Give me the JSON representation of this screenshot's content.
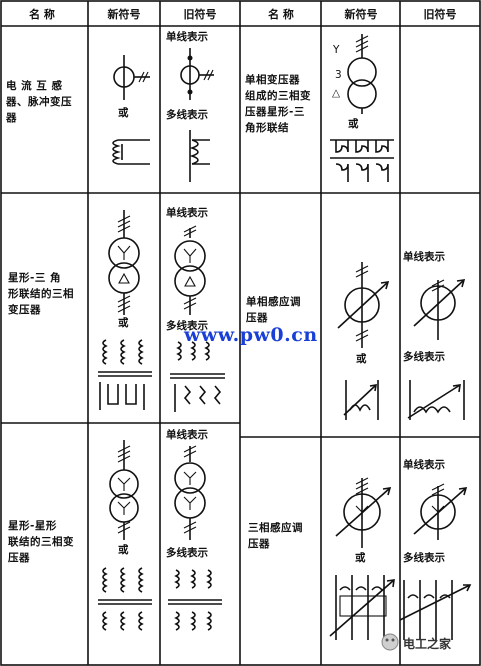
{
  "headers": {
    "name": "名 称",
    "new_symbol": "新符号",
    "old_symbol": "旧符号",
    "name_2": "名 称",
    "new_symbol_2": "新符号",
    "old_symbol_2": "旧符号"
  },
  "rows": [
    {
      "name": [
        "电 流 互 感",
        "器、脉冲变压",
        "器"
      ],
      "or": "或",
      "old_single": "单线表示",
      "old_multi": "多线表示"
    },
    {
      "name": [
        "星形-三 角",
        "形联结的三相",
        "变压器"
      ],
      "or": "或",
      "old_single": "单线表示",
      "old_multi": "多线表示"
    },
    {
      "name": [
        "星形-星形",
        "联结的三相变",
        "压器"
      ],
      "or": "或",
      "old_single": "单线表示",
      "old_multi": "多线表示"
    }
  ],
  "right_rows": [
    {
      "name": [
        "单相变压器",
        "组成的三相变",
        "压器星形-三",
        "角形联结"
      ],
      "new_marks": [
        "Y",
        "3",
        "△"
      ],
      "or": "或"
    },
    {
      "name": [
        "单相感应调",
        "压器"
      ],
      "or": "或",
      "old_single": "单线表示",
      "old_multi": "多线表示"
    },
    {
      "name": [
        "三相感应调",
        "压器"
      ],
      "or": "或",
      "old_single": "单线表示",
      "old_multi": "多线表示"
    }
  ],
  "watermark": "www.pw0.cn",
  "brand": "电工之家"
}
